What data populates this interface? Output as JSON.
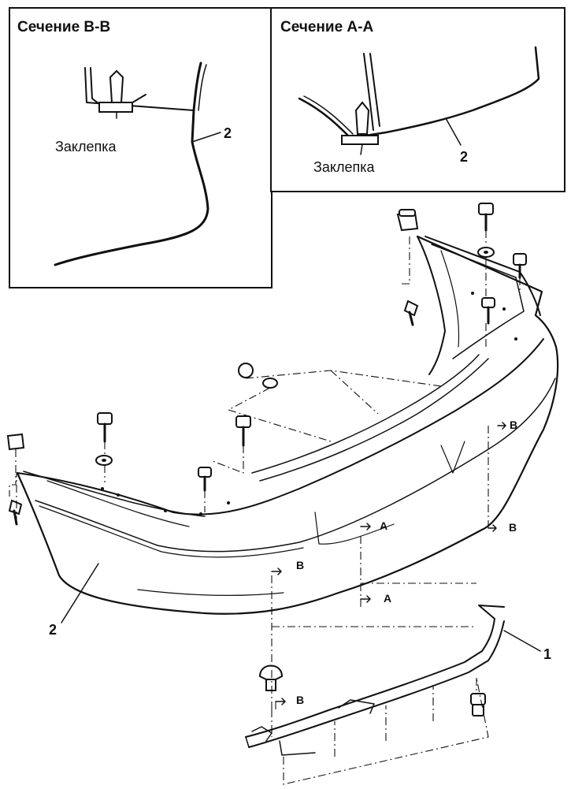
{
  "inset_b": {
    "title": "Сечение B-B",
    "rivet_label": "Заклепка",
    "part_no": "2"
  },
  "inset_a": {
    "title": "Сечение A-A",
    "rivet_label": "Заклепка",
    "part_no": "2"
  },
  "main": {
    "bumper_no": "2",
    "bracket_no": "1",
    "section_marks": [
      "B",
      "B",
      "A",
      "A",
      "B",
      "B"
    ]
  },
  "colors": {
    "ink": "#111111",
    "paper": "#ffffff"
  }
}
